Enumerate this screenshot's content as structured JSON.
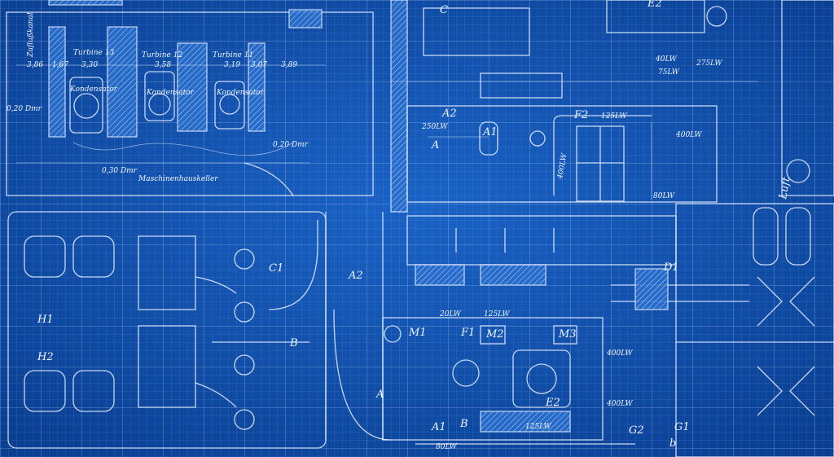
{
  "drawing": {
    "background_color": "#0f4fae",
    "line_color": "#e8f0ff",
    "labels": {
      "inlet_channel": "Zuflußkanal",
      "turbine_13": "Turbine 13",
      "turbine_12": "Turbine 12",
      "turbine_11": "Turbine 11",
      "condenser_1": "Kondensator",
      "condenser_2": "Kondensator",
      "condenser_3": "Kondensator",
      "machine_cellar": "Maschinenhauskeller",
      "dim_1": "3,86",
      "dim_2": "1,67",
      "dim_3": "3,30",
      "dim_4": "3,58",
      "dim_5": "3,19",
      "dim_6": "3,07",
      "dim_7": "3,89",
      "pipe_1": "0,20 Dmr",
      "pipe_2": "0,30 Dmr",
      "pipe_3": "0,20 Dmr",
      "a2_top": "A2",
      "flow_250": "250LW",
      "a_top": "A",
      "a1_top": "A1",
      "f2_top": "F2",
      "flow_125_top": "125LW",
      "flow_400_top": "400LW",
      "flow_40": "40LW",
      "flow_75": "75LW",
      "flow_275": "275LW",
      "flow_80_top": "80LW",
      "flow_400_vert": "400LW",
      "c_top": "C",
      "e2_top": "E2",
      "c1": "C1",
      "b_left": "B",
      "h1": "H1",
      "h2": "H2",
      "a2_mid": "A2",
      "flow_20": "20LW",
      "flow_125_mid": "125LW",
      "m1": "M1",
      "f1": "F1",
      "m2": "M2",
      "m3": "M3",
      "e2_bottom": "E2",
      "flow_400_mid": "400LW",
      "flow_400_bottom": "400LW",
      "a_bottom": "A",
      "a1_bottom": "A1",
      "b_bottom": "B",
      "flow_125_bottom": "125LW",
      "flow_80_bottom": "80LW",
      "g1": "G1",
      "g2": "G2",
      "b_small": "b",
      "d1": "D1",
      "air": "Luft"
    }
  }
}
